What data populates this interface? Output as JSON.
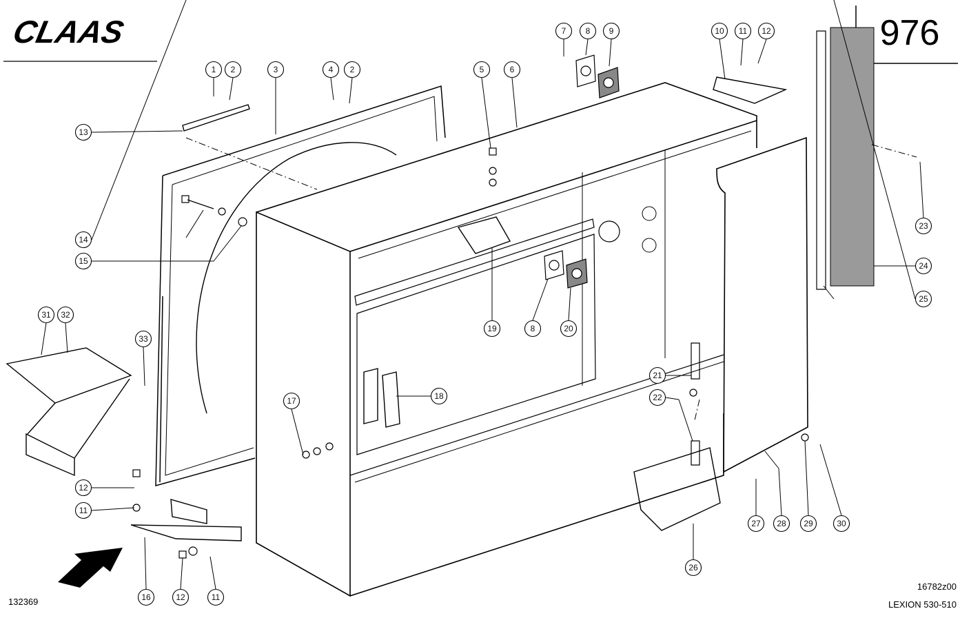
{
  "header": {
    "logo_text": "CLAAS",
    "page_number": "976"
  },
  "footer": {
    "left_code": "132369",
    "drawing_code": "16782z00",
    "model": "LEXION 530-510"
  },
  "callouts": [
    {
      "id": "c1",
      "label": "1"
    },
    {
      "id": "c2a",
      "label": "2"
    },
    {
      "id": "c3",
      "label": "3"
    },
    {
      "id": "c4",
      "label": "4"
    },
    {
      "id": "c2b",
      "label": "2"
    },
    {
      "id": "c5",
      "label": "5"
    },
    {
      "id": "c6",
      "label": "6"
    },
    {
      "id": "c7",
      "label": "7"
    },
    {
      "id": "c8a",
      "label": "8"
    },
    {
      "id": "c9",
      "label": "9"
    },
    {
      "id": "c10",
      "label": "10"
    },
    {
      "id": "c11a",
      "label": "11"
    },
    {
      "id": "c12a",
      "label": "12"
    },
    {
      "id": "c13",
      "label": "13"
    },
    {
      "id": "c14",
      "label": "14"
    },
    {
      "id": "c15",
      "label": "15"
    },
    {
      "id": "c19",
      "label": "19"
    },
    {
      "id": "c8b",
      "label": "8"
    },
    {
      "id": "c20",
      "label": "20"
    },
    {
      "id": "c23",
      "label": "23"
    },
    {
      "id": "c24",
      "label": "24"
    },
    {
      "id": "c25",
      "label": "25"
    },
    {
      "id": "c31",
      "label": "31"
    },
    {
      "id": "c32",
      "label": "32"
    },
    {
      "id": "c33",
      "label": "33"
    },
    {
      "id": "c21",
      "label": "21"
    },
    {
      "id": "c22",
      "label": "22"
    },
    {
      "id": "c17",
      "label": "17"
    },
    {
      "id": "c18",
      "label": "18"
    },
    {
      "id": "c12b",
      "label": "12"
    },
    {
      "id": "c11b",
      "label": "11"
    },
    {
      "id": "c16",
      "label": "16"
    },
    {
      "id": "c12c",
      "label": "12"
    },
    {
      "id": "c11c",
      "label": "11"
    },
    {
      "id": "c26",
      "label": "26"
    },
    {
      "id": "c27",
      "label": "27"
    },
    {
      "id": "c28",
      "label": "28"
    },
    {
      "id": "c29",
      "label": "29"
    },
    {
      "id": "c30",
      "label": "30"
    }
  ]
}
